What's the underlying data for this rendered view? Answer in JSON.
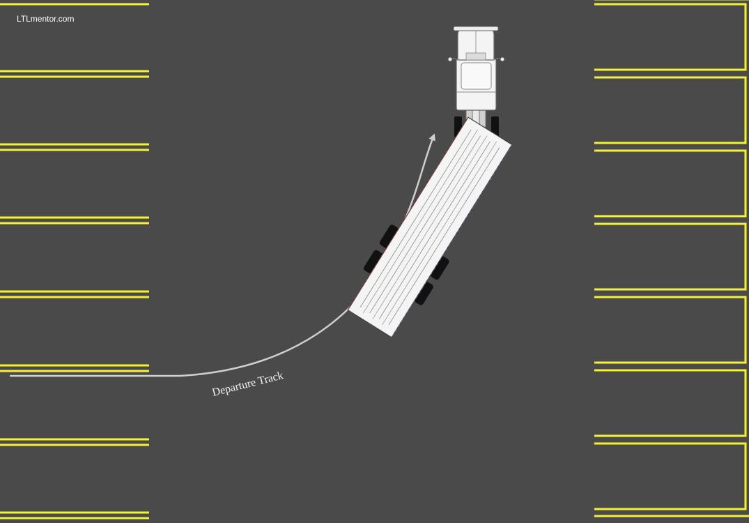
{
  "watermark": "LTLmentor.com",
  "track_label": "Departure Track",
  "colors": {
    "pavement": "#4a4a4a",
    "stripe": "#f5f236",
    "track": "#cfcfcf",
    "truck_body": "#f4f4f4",
    "truck_outline": "#555555",
    "tire": "#111111"
  },
  "icons": {
    "tractor": "semi-tractor-top-view",
    "trailer": "trailer-top-view",
    "track": "curved-arrow"
  }
}
